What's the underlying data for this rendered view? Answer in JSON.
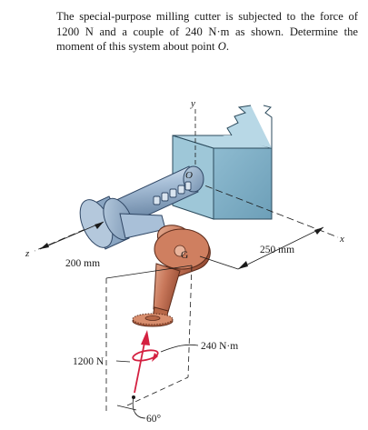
{
  "problem": {
    "text_before_symbol": "The special-purpose milling cutter is subjected to the force of 1200 N and a couple of 240 N·m as shown. Determine the moment of this system about point ",
    "point_symbol": "O",
    "text_after_symbol": "."
  },
  "figure": {
    "axes": {
      "x": "x",
      "y": "y",
      "z": "z"
    },
    "points": {
      "origin": "O",
      "center": "G"
    },
    "dimensions": {
      "horizontal": "250 mm",
      "depth": "200 mm"
    },
    "loads": {
      "force": "1200 N",
      "couple": "240 N·m"
    },
    "angle": "60°",
    "colors": {
      "block": "#7aa9bf",
      "shaft": "#9fb6cf",
      "arm": "#c8775a",
      "force_arrow": "#d42040"
    }
  }
}
